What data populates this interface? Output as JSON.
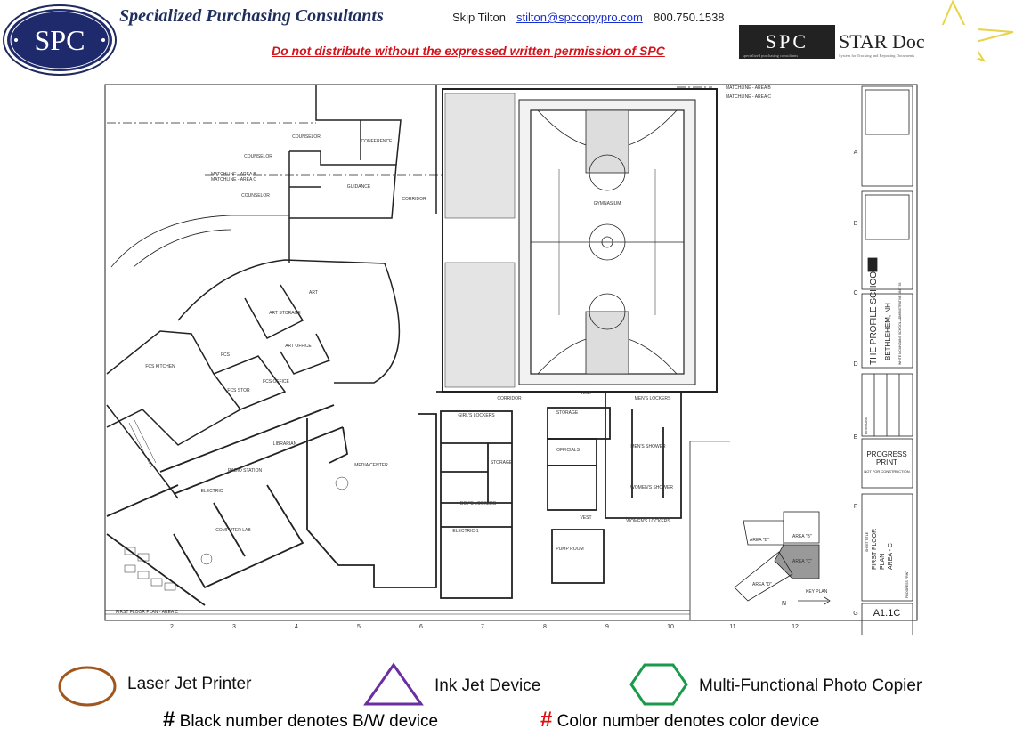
{
  "header": {
    "logo_text": "SPC",
    "company": "Specialized Purchasing Consultants",
    "contact_name": "Skip Tilton",
    "contact_email": "stilton@spccopypro.com",
    "contact_phone": "800.750.1538",
    "warning": "Do not distribute without the expressed written permission of SPC",
    "stardoc_logo": {
      "left": "SPC",
      "right": "STAR Doc",
      "sub_left": "specialized purchasing consultants",
      "sub_right": "System for Tracking and Reporting Documents"
    }
  },
  "plan": {
    "rooms": [
      "COUNSELOR",
      "CONFERENCE",
      "COUNSELOR",
      "GUIDANCE",
      "COUNSELOR",
      "CORRIDOR",
      "GYMNASIUM",
      "ART",
      "ART STORAGE",
      "ART OFFICE",
      "FCS",
      "FCS KITCHEN",
      "FCS STOR",
      "FCS OFFICE",
      "MEDIA CENTER",
      "LIBRARIAN",
      "RADIO STATION",
      "COMPUTER LAB",
      "ELECTRIC",
      "CORRIDOR",
      "GIRL'S LOCKERS",
      "STORAGE",
      "STORAGE",
      "OFFICIALS",
      "BOY'S LOCKERS",
      "ELECTRIC-1",
      "PUMP ROOM",
      "VEST",
      "VEST",
      "MEN'S LOCKERS",
      "WOMEN'S LOCKERS",
      "MEN'S SHOWER",
      "WOMEN'S SHOWER"
    ],
    "matchline_b": "MATCHLINE - AREA B",
    "matchline_c": "MATCHLINE - AREA C",
    "drawing_caption": "FIRST FLOOR PLAN - AREA C",
    "column_labels": [
      "2",
      "3",
      "4",
      "5",
      "6",
      "7",
      "8",
      "9",
      "10",
      "11",
      "12"
    ],
    "row_labels": [
      "A",
      "B",
      "C",
      "D",
      "E",
      "F",
      "G"
    ],
    "key_plan": {
      "title": "KEY PLAN",
      "north": "N",
      "areas": [
        "AREA \"B\"",
        "AREA \"B\"",
        "AREA \"C\"",
        "AREA \"D\""
      ]
    }
  },
  "title_block": {
    "project": "THE PROFILE SCHOOL",
    "location": "BETHLEHEM, NH",
    "district": "WHITE MOUNTAINS SCHOOL ADMINISTRATIVE UNIT 35",
    "revisions_label": "REVISIONS",
    "status_line1": "PROGRESS",
    "status_line2": "PRINT",
    "status_note": "NOT FOR CONSTRUCTION",
    "sheet_title_label": "SHEET TITLE",
    "sheet_title": [
      "FIRST FLOOR",
      "PLAN",
      "AREA - C"
    ],
    "sheet_status": "PROGRESS PRINT",
    "sheet_number": "A1.1C"
  },
  "legend": {
    "laser": "Laser Jet Printer",
    "inkjet": "Ink Jet Device",
    "copier": "Multi-Functional Photo Copier",
    "hash": "#",
    "bw_note": "Black number denotes B/W device",
    "color_note": "Color number denotes color device",
    "colors": {
      "laser": "#a0561c",
      "inkjet": "#6a2fa0",
      "copier": "#1a9a4a",
      "color_hash": "#e01010"
    }
  }
}
